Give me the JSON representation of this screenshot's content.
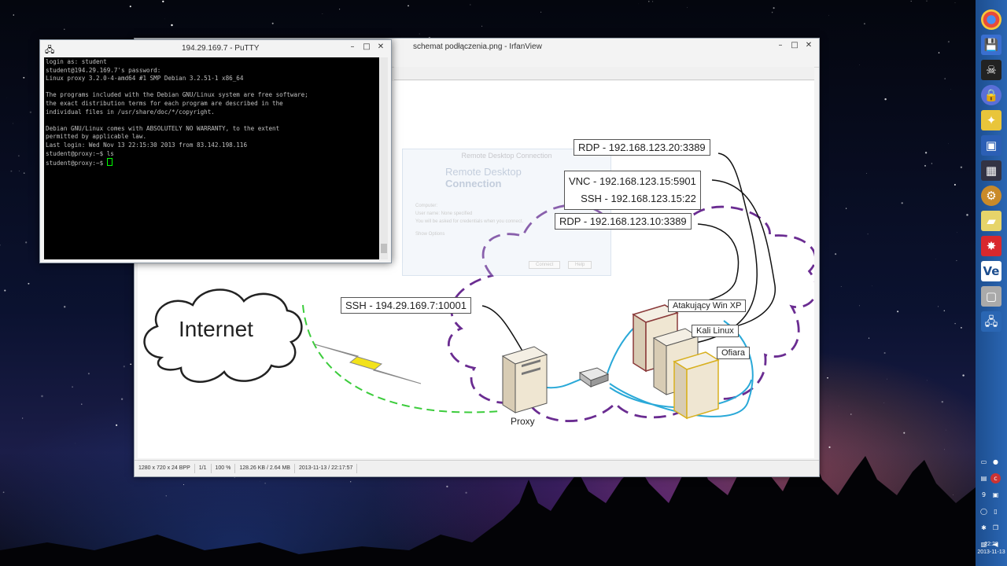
{
  "putty": {
    "title": "194.29.169.7 - PuTTY",
    "lines": [
      "login as: student",
      "student@194.29.169.7's password:",
      "Linux proxy 3.2.0-4-amd64 #1 SMP Debian 3.2.51-1 x86_64",
      "",
      "The programs included with the Debian GNU/Linux system are free software;",
      "the exact distribution terms for each program are described in the",
      "individual files in /usr/share/doc/*/copyright.",
      "",
      "Debian GNU/Linux comes with ABSOLUTELY NO WARRANTY, to the extent",
      "permitted by applicable law.",
      "Last login: Wed Nov 13 22:15:30 2013 from 83.142.198.116",
      "student@proxy:~$ ls",
      "student@proxy:~$ "
    ]
  },
  "irfanview": {
    "title": "schemat podłączenia.png - IrfanView",
    "status": {
      "resolution": "1280 x 720 x 24 BPP",
      "page": "1/1",
      "zoom": "100 %",
      "size": "128.26 KB / 2.64 MB",
      "datetime": "2013-11-13 / 22:17:57"
    }
  },
  "window_buttons": {
    "minimize": "–",
    "maximize": "□",
    "close": "✕"
  },
  "diagram": {
    "rdp_faded": {
      "header": "Remote Desktop Connection",
      "line1": "Remote Desktop",
      "line2": "Connection",
      "computer": "Computer:",
      "username": "User name:   None specified",
      "note": "You will be asked for credentials when you connect.",
      "options": "Show Options",
      "connect": "Connect",
      "help": "Help"
    },
    "labels": {
      "rdp_20": "RDP - 192.168.123.20:3389",
      "vnc_15": "VNC - 192.168.123.15:5901",
      "ssh_15": "SSH - 192.168.123.15:22",
      "rdp_10": "RDP - 192.168.123.10:3389",
      "ssh_proxy": "SSH - 194.29.169.7:10001",
      "internet": "Internet",
      "proxy": "Proxy",
      "win_xp": "Atakujący Win XP",
      "kali": "Kali Linux",
      "ofiara": "Ofiara"
    }
  },
  "taskbar": {
    "icons": [
      "chrome-icon",
      "floppy-icon",
      "alien-icon",
      "lock-icon",
      "puzzle-icon",
      "monitor-icon",
      "screen-icon",
      "settings-icon",
      "folder-icon",
      "star-icon",
      "ve-icon",
      "display-icon",
      "network-icon"
    ],
    "ve_label": "Ve",
    "clock_time": "22:28",
    "clock_date": "2013-11-13"
  },
  "colors": {
    "taskbar": "#2a66b3",
    "cloud_purple": "#6a2c91",
    "link_green": "#3ccc3c",
    "link_cyan": "#2aa9d8",
    "bolt_yellow": "#f2e21a"
  }
}
